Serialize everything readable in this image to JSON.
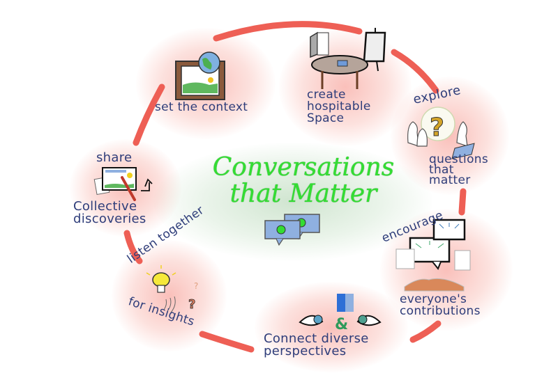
{
  "diagram": {
    "title_line1": "Conversations",
    "title_line2": "that Matter",
    "type": "cycle",
    "stages": [
      {
        "id": "context",
        "lines": [
          "set the context"
        ],
        "icon": "framed-landscape-globe-icon"
      },
      {
        "id": "space",
        "lines": [
          "create",
          "hospitable",
          "Space"
        ],
        "icon": "round-table-door-flipchart-icon"
      },
      {
        "id": "questions",
        "lines": [
          "explore",
          "questions",
          "that",
          "matter"
        ],
        "icon": "question-mark-people-icon"
      },
      {
        "id": "contributions",
        "lines": [
          "encourage",
          "everyone's",
          "contributions"
        ],
        "icon": "speech-bubbles-crowd-icon"
      },
      {
        "id": "perspectives",
        "lines": [
          "Connect diverse",
          "perspectives"
        ],
        "icon": "eyes-ab-book-icon"
      },
      {
        "id": "insights",
        "lines": [
          "listen together",
          "for insights"
        ],
        "icon": "lightbulb-ear-icon"
      },
      {
        "id": "discoveries",
        "lines": [
          "share",
          "Collective",
          "discoveries"
        ],
        "icon": "picture-pen-share-icon"
      }
    ],
    "colors": {
      "arrow": "#ee5f55",
      "text": "#2e3d7a",
      "title": "#33dd33",
      "glow": "#f5a49a",
      "bubble": "#8fb0e0"
    }
  }
}
